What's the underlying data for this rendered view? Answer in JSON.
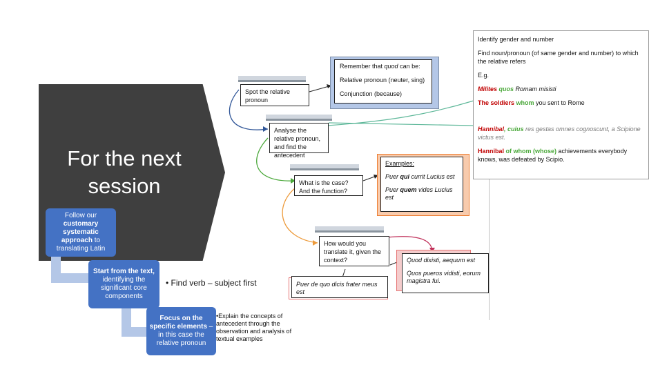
{
  "title": "For the next session",
  "flow": {
    "step1": {
      "pre": "Follow our ",
      "bold": "customary systematic approach",
      "post": " to translating Latin"
    },
    "step2": {
      "bold": "Start from the text,",
      "post": " identifying the significant core components"
    },
    "step3": {
      "bold": "Focus on the specific elements",
      "post": " – in this case the relative pronoun"
    }
  },
  "notes": {
    "note1": "• Find verb – subject first",
    "note2": "•Explain the concepts of antecedent through the observation and analysis of textual examples"
  },
  "steps": {
    "spot": "Spot the relative pronoun",
    "analyse": "Analyse the relative pronoun, and find the antecedent",
    "case": "What is the case? And the function?",
    "translate": "How would you translate it, given the context?"
  },
  "remember": {
    "line1_pre": "Remember that ",
    "line1_em": "quod",
    "line1_post": " can be:",
    "line2": "Relative pronoun (neuter, sing)",
    "line3": "Conjunction (because)"
  },
  "examples": {
    "label": "Examples:",
    "ex1": {
      "a": "Puer ",
      "b": "qui",
      "c": " currit Lucius est"
    },
    "ex2": {
      "a": "Puer ",
      "b": "quem",
      "c": " vides Lucius est"
    }
  },
  "translate_examples": {
    "left": "Puer de quo dicis frater meus est",
    "right1": "Quod dixisti, aequum est",
    "right2": "Quos pueros vidisti, eorum magistra fui."
  },
  "identify": {
    "l1": "Identify gender and number",
    "l2": "Find noun/pronoun (of same gender and number) to which the relative refers",
    "l3": "E.g.",
    "l4": {
      "a": "Milites",
      "b": "quos",
      "c": " Romam misisti"
    },
    "l5": {
      "a": "The soldiers",
      "b": "whom",
      "c": " you sent to Rome"
    },
    "l6": {
      "a": "Hannibal",
      "b": ", cuius",
      "c": " res gestas omnes cognoscunt, a Scipione victus est."
    },
    "l7": {
      "a": "Hannibal",
      "b": " of whom (whose)",
      "c": " achievements everybody knows, was defeated by Scipio."
    }
  },
  "colors": {
    "blue": "#4472c4",
    "lightblue": "#b4c7e7",
    "dark": "#3f3f3f",
    "orange": "#f4b183",
    "pink": "#e57373",
    "green": "#4aa83a",
    "red": "#c00000"
  }
}
